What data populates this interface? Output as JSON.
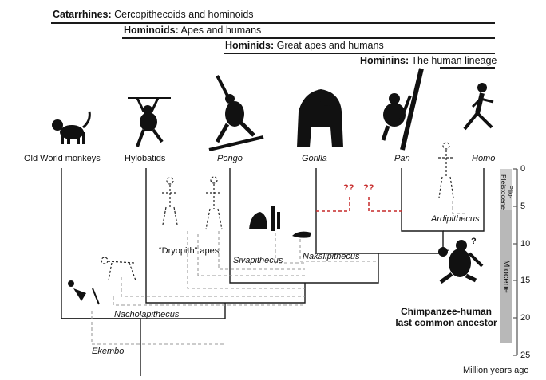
{
  "bands": [
    {
      "bold": "Catarrhines:",
      "rest": "Cercopithecoids and hominoids"
    },
    {
      "bold": "Hominoids:",
      "rest": "Apes and humans"
    },
    {
      "bold": "Hominids:",
      "rest": "Great apes and humans"
    },
    {
      "bold": "Hominins:",
      "rest": "The human lineage"
    }
  ],
  "taxa": [
    "Old World monkeys",
    "Hylobatids",
    "Pongo",
    "Gorilla",
    "Pan",
    "Homo"
  ],
  "fossils": {
    "dryopith": "“Dryopith” apes",
    "sivapithecus": "Sivapithecus",
    "nakalipithecus": "Nakalipithecus",
    "nacholapithecus": "Nacholapithecus",
    "ekembo": "Ekembo",
    "ardipithecus": "Ardipithecus"
  },
  "question_marks": [
    "??",
    "??",
    "?"
  ],
  "ancestor_label": {
    "line1": "Chimpanzee-human",
    "line2": "last common ancestor"
  },
  "timescale": {
    "ticks": [
      "0",
      "5",
      "10",
      "15",
      "20",
      "25"
    ],
    "epochs": [
      "Plio-Pleistocene",
      "Miocene"
    ],
    "caption": "Million years ago"
  },
  "colors": {
    "red_dash": "#c62828",
    "gray_dash": "#9a9a9a",
    "line": "#1a1a1a",
    "epoch_box": "#b8b8b8"
  }
}
